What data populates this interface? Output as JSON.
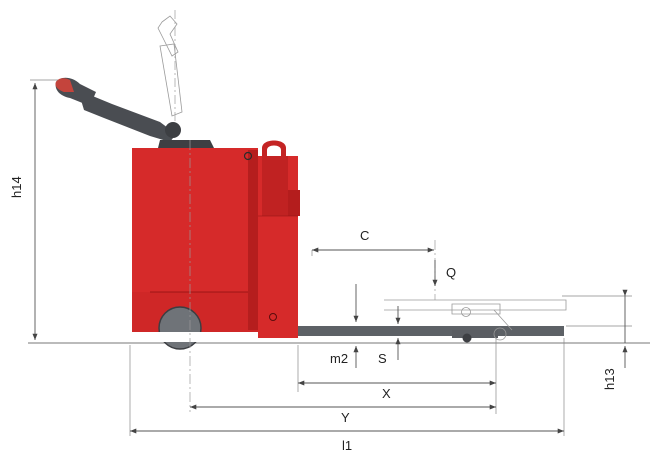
{
  "diagram": {
    "labels": {
      "h14": "h14",
      "c": "C",
      "q": "Q",
      "m2": "m2",
      "s": "S",
      "h13": "h13",
      "x": "X",
      "y": "Y",
      "l1": "l1"
    },
    "colors": {
      "body_red": "#d62a2a",
      "body_dark": "#b01d1d",
      "fork_grey": "#5d6166",
      "handle_grey": "#4a4d52",
      "tiller_tip": "#c4443c",
      "dimension_line": "#555555"
    }
  }
}
